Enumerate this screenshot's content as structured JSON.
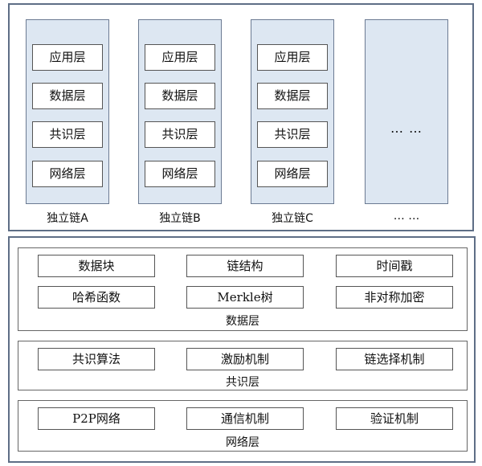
{
  "chains": [
    {
      "label": "独立链A",
      "layers": [
        "应用层",
        "数据层",
        "共识层",
        "网络层"
      ]
    },
    {
      "label": "独立链B",
      "layers": [
        "应用层",
        "数据层",
        "共识层",
        "网络层"
      ]
    },
    {
      "label": "独立链C",
      "layers": [
        "应用层",
        "数据层",
        "共识层",
        "网络层"
      ]
    }
  ],
  "more_chains": {
    "box_text": "… …",
    "label": "… …"
  },
  "data_layer": {
    "label": "数据层",
    "row1": [
      "数据块",
      "链结构",
      "时间戳"
    ],
    "row2": [
      "哈希函数",
      "Merkle树",
      "非对称加密"
    ]
  },
  "consensus_layer": {
    "label": "共识层",
    "row1": [
      "共识算法",
      "激励机制",
      "链选择机制"
    ]
  },
  "network_layer": {
    "label": "网络层",
    "row1": [
      "P2P网络",
      "通信机制",
      "验证机制"
    ]
  }
}
